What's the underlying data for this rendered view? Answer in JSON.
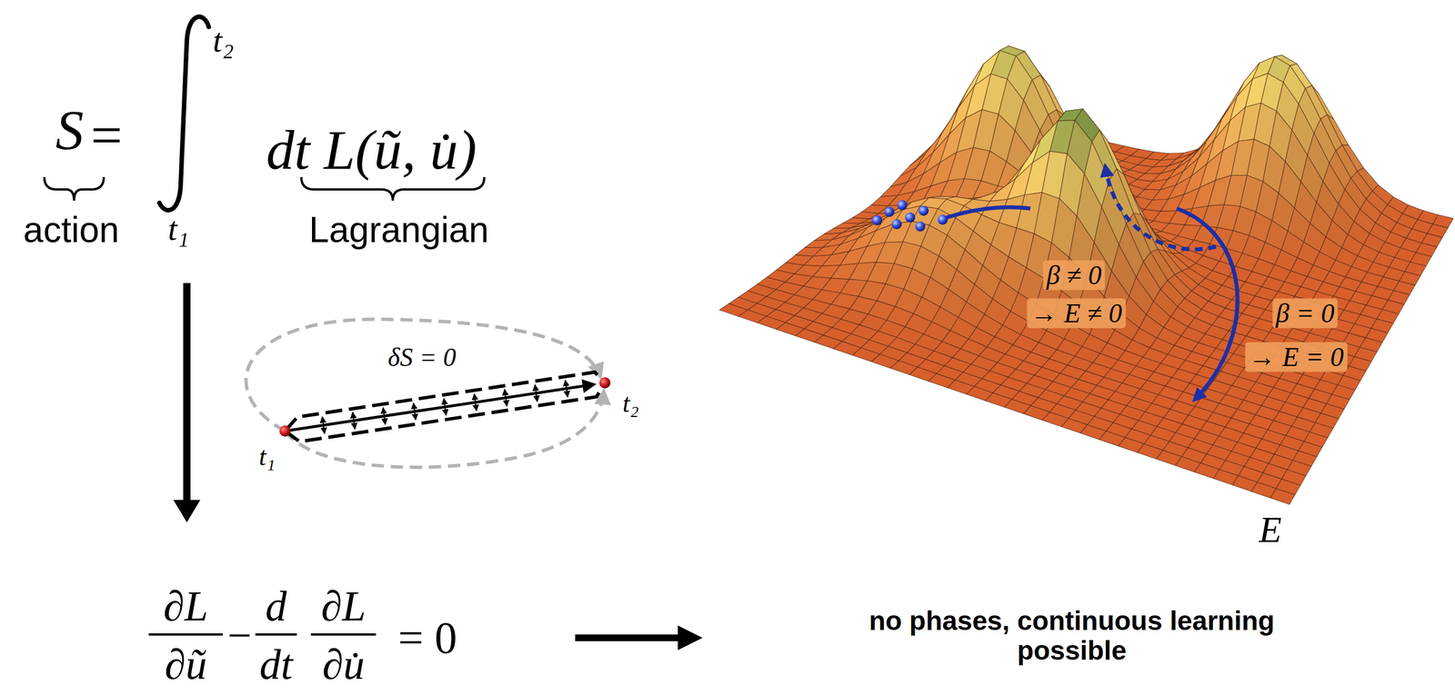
{
  "diagram": {
    "labels": [
      "S",
      "=",
      "t₂",
      "t₁",
      "dt L(ũ, u̇)",
      "action",
      "Lagrangian",
      "δS = 0",
      "t₁",
      "t₂",
      "∂L",
      "∂ũ",
      "−",
      "d",
      "dt",
      "∂L",
      "∂u̇",
      "= 0",
      "no phases, continuous learning possible",
      "β ≠ 0",
      "→ E ≠ 0",
      "β = 0",
      "→ E = 0",
      "E"
    ]
  }
}
